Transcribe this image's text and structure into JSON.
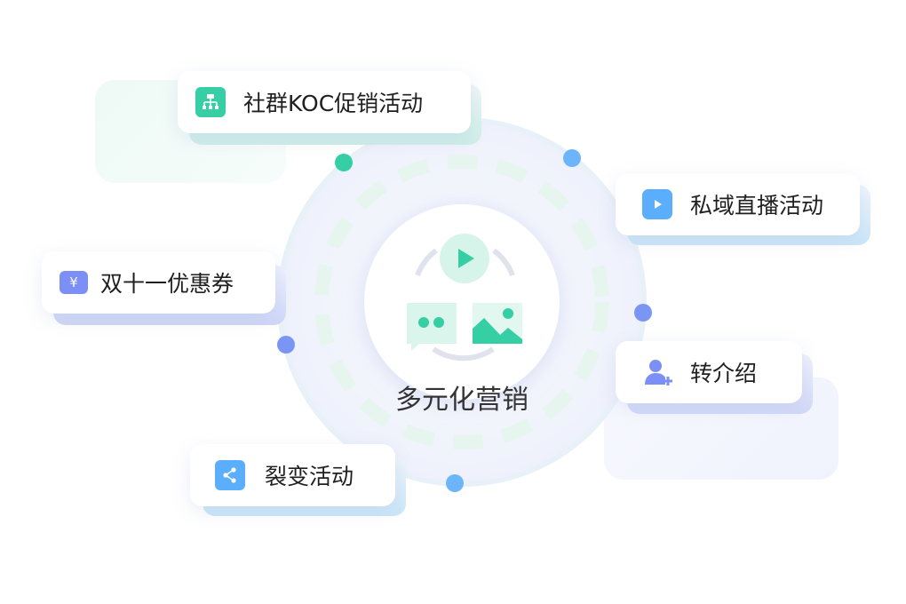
{
  "center": {
    "title": "多元化营销"
  },
  "items": [
    {
      "label": "社群KOC促销活动",
      "icon": "sale-network-icon",
      "color": "#36cfa5"
    },
    {
      "label": "私域直播活动",
      "icon": "tv-play-icon",
      "color": "#5aaefc"
    },
    {
      "label": "双十一优惠券",
      "icon": "yen-ticket-icon",
      "color": "#7b8ff7"
    },
    {
      "label": "转介绍",
      "icon": "user-add-icon",
      "color": "#7b8ff7"
    },
    {
      "label": "裂变活动",
      "icon": "share-icon",
      "color": "#5aaefc"
    }
  ]
}
